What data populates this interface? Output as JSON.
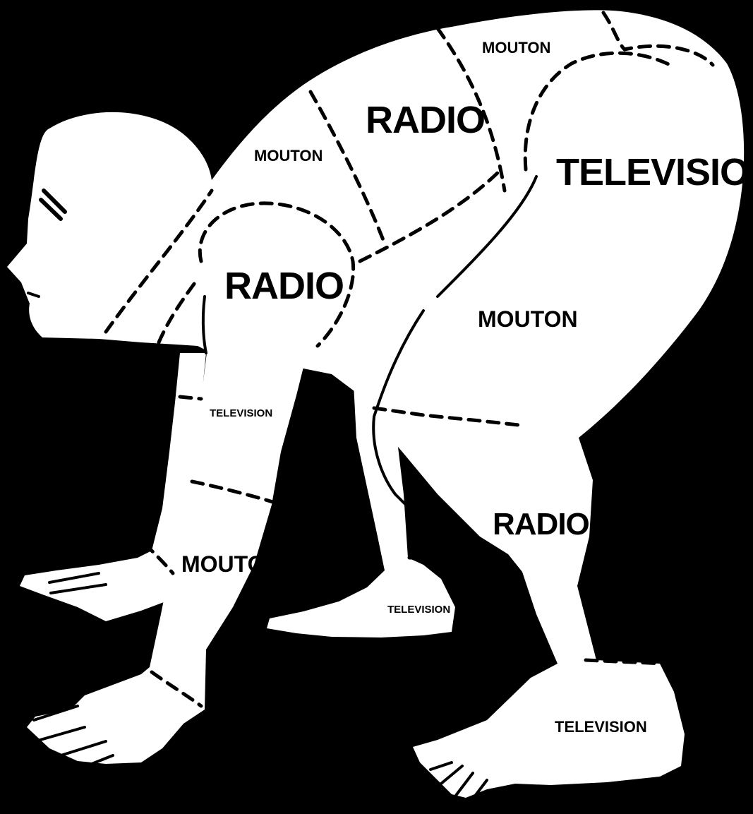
{
  "labels": {
    "top_back": "MOUTON",
    "upper_back": "RADIO",
    "hip": "TELEVISION",
    "shoulder_back": "MOUTON",
    "shoulder": "RADIO",
    "thigh": "MOUTON",
    "upper_arm": "TELEVISION",
    "shin": "RADIO",
    "forearm": "MOUTON",
    "rear_foot": "TELEVISION",
    "front_foot": "TELEVISION"
  },
  "colors": {
    "background": "#000000",
    "figure": "#ffffff",
    "lines": "#000000"
  }
}
